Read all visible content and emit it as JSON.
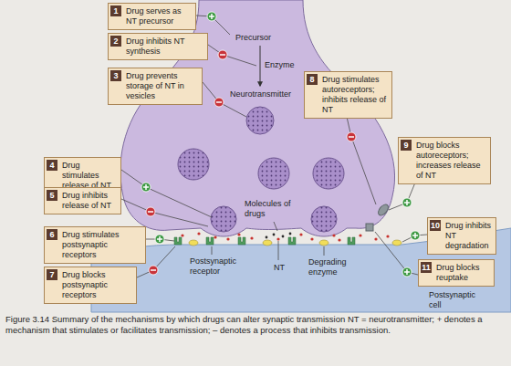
{
  "diagram": {
    "caption": "Figure 3.14 Summary of the mechanisms by which drugs can alter synaptic transmission NT = neurotransmitter; + denotes a mechanism that stimulates or facilitates transmission; – denotes a process that inhibits transmission.",
    "nodes": [
      {
        "text": [
          "1",
          "Drug serves as NT precursor"
        ]
      },
      {
        "text": [
          "2",
          "Drug inhibits NT synthesis"
        ]
      },
      {
        "text": [
          "3",
          "Drug prevents storage of NT in vesicles"
        ]
      },
      {
        "text": [
          "4",
          "Drug stimulates release of NT"
        ]
      },
      {
        "text": [
          "5",
          "Drug inhibits release of NT"
        ]
      },
      {
        "text": [
          "6",
          "Drug stimulates postsynaptic receptors"
        ]
      },
      {
        "text": [
          "7",
          "Drug blocks postsynaptic receptors"
        ]
      },
      {
        "text": [
          "8",
          "Drug stimulates autoreceptors; inhibits release of NT"
        ]
      },
      {
        "text": [
          "9",
          "Drug blocks autoreceptors; increases release of NT"
        ]
      },
      {
        "text": [
          "10",
          "Drug inhibits NT degradation"
        ]
      },
      {
        "text": [
          "11",
          "Drug blocks reuptake"
        ]
      }
    ],
    "labels": [
      "Precursor",
      "Enzyme",
      "Neurotransmitter",
      "Molecules of drugs",
      "Postsynaptic receptor",
      "NT",
      "Degrading enzyme",
      "Postsynaptic cell"
    ]
  }
}
